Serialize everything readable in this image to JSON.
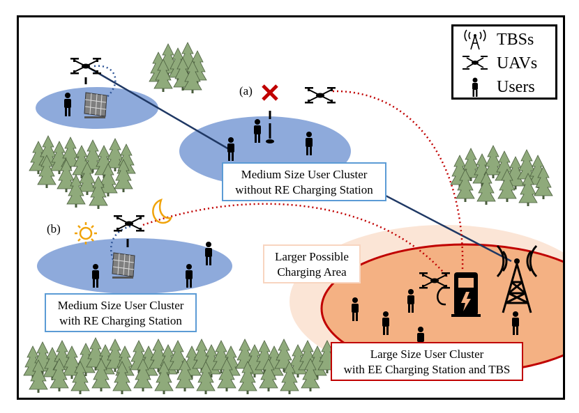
{
  "legend": {
    "items": [
      {
        "label": "TBSs",
        "icon": "tower-icon"
      },
      {
        "label": "UAVs",
        "icon": "drone-icon"
      },
      {
        "label": "Users",
        "icon": "person-icon"
      }
    ]
  },
  "markers": {
    "a": "(a)",
    "b": "(b)"
  },
  "clusters": {
    "top": {
      "line1": "Medium Size User Cluster",
      "line2": "without RE Charging Station"
    },
    "left": {
      "line1": "Medium Size User Cluster",
      "line2": "with RE Charging Station"
    },
    "large": {
      "line1": "Large Size User Cluster",
      "line2": "with EE Charging Station and TBS"
    }
  },
  "charging_area": {
    "line1": "Larger Possible",
    "line2": "Charging Area"
  },
  "colors": {
    "cluster_blue": "#8eaadb",
    "box_blue": "#5b9bd5",
    "large_area": "#f4b183",
    "large_area_light": "#fbe5d6",
    "red": "#c00000",
    "link_line": "#1f3864",
    "tree": "#8faa7b",
    "sun": "#f0a30a"
  }
}
